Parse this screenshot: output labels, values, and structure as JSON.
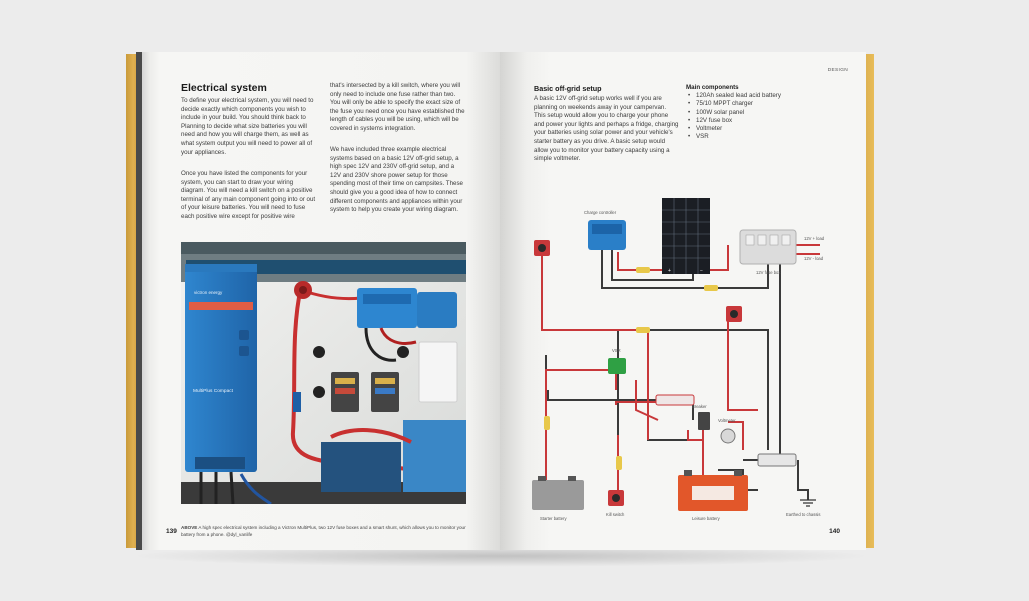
{
  "left_page": {
    "title": "Electrical system",
    "col1_para1": "To define your electrical system, you will need to decide exactly which components you wish to include in your build. You should think back to Planning to decide what size batteries you will need and how you will charge them, as well as what system output you will need to power all of your appliances.",
    "col1_para2": "Once you have listed the components for your system, you can start to draw your wiring diagram. You will need a kill switch on a positive terminal of any main component going into or out of your leisure batteries. You will need to fuse each positive wire except for positive wire",
    "col2_para1": "that's intersected by a kill switch, where you will only need to include one fuse rather than two. You will only be able to specify the exact size of the fuse you need once you have established the length of cables you will be using, which will be covered in systems integration.",
    "col2_para2": "We have included three example electrical systems based on a basic 12V off-grid setup, a high spec 12V and 230V off-grid setup, and a 12V and 230V shore power setup for those spending most of their time on campsites. These should give you a good idea of how to connect different components and appliances within your system to help you create your wiring diagram.",
    "page_number": "139",
    "caption_label": "ABOVE",
    "caption_text": "A high spec electrical system including a Victron MultiPlus, two 12V fuse boxes and a smart shunt, which allows you to monitor your battery from a phone. @dyl_vanlife",
    "photo_brand": "victron energy",
    "photo_model": "MultiPlus Compact"
  },
  "right_page": {
    "section": "DESIGN",
    "title": "Basic off-grid setup",
    "body": "A basic 12V off-grid setup works well if you are planning on weekends away in your campervan. This setup would allow you to charge your phone and power your lights and perhaps a fridge, charging your batteries using solar power and your vehicle's starter battery as you drive. A basic setup would allow you to monitor your battery capacity using a simple voltmeter.",
    "components_title": "Main components",
    "components": [
      "120Ah sealed lead acid battery",
      "75/10 MPPT charger",
      "100W solar panel",
      "12V fuse box",
      "Voltmeter",
      "VSR"
    ],
    "page_number": "140",
    "diagram_labels": {
      "charge_controller": "Charge controller",
      "fuse_box": "12V fuse box",
      "load_pos": "12V + load",
      "load_neg": "12V - load",
      "vsr": "VSR",
      "breaker": "Breaker",
      "voltmeter": "Voltmeter",
      "starter_battery": "Starter battery",
      "kill_switch": "Kill switch",
      "leisure_battery": "Leisure battery",
      "earthed": "Earthed to chassis"
    }
  },
  "colors": {
    "positive_wire": "#c8383a",
    "negative_wire": "#3a3a3a",
    "victron_blue": "#2a7fc8",
    "page_edge": "#e0b050",
    "leisure_battery": "#e2572a"
  }
}
